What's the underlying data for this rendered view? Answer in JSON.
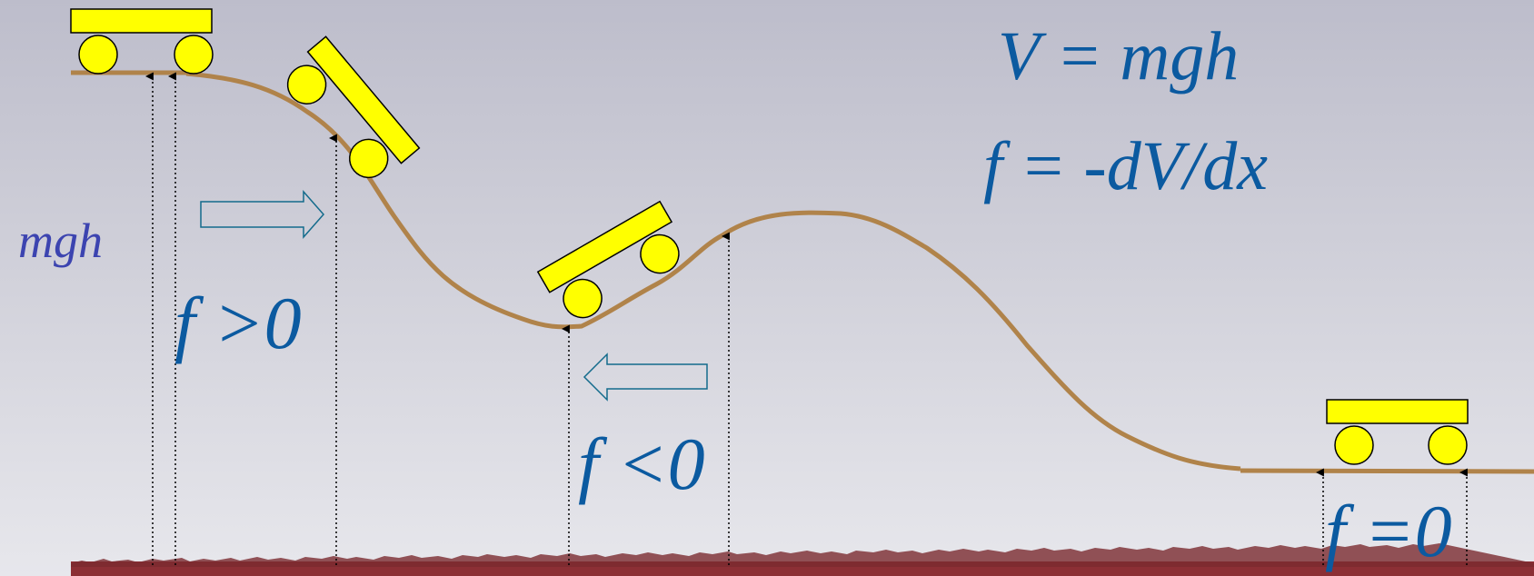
{
  "equations": {
    "potential": "V = mgh",
    "force": "f = -dV/dx"
  },
  "labels": {
    "height": "mgh",
    "force_positive": "f >0",
    "force_negative": "f <0",
    "force_zero": "f =0"
  },
  "colors": {
    "track": "#b0834a",
    "cart_fill": "#ffff00",
    "cart_outline": "#000000",
    "arrow_outline": "#136b8c",
    "ground": "#8c2f35",
    "equation_text": "#0b5aa0",
    "height_label": "#3c44b0"
  },
  "icons": {
    "cart": "cart-icon",
    "direction_arrow": "arrow-icon"
  }
}
